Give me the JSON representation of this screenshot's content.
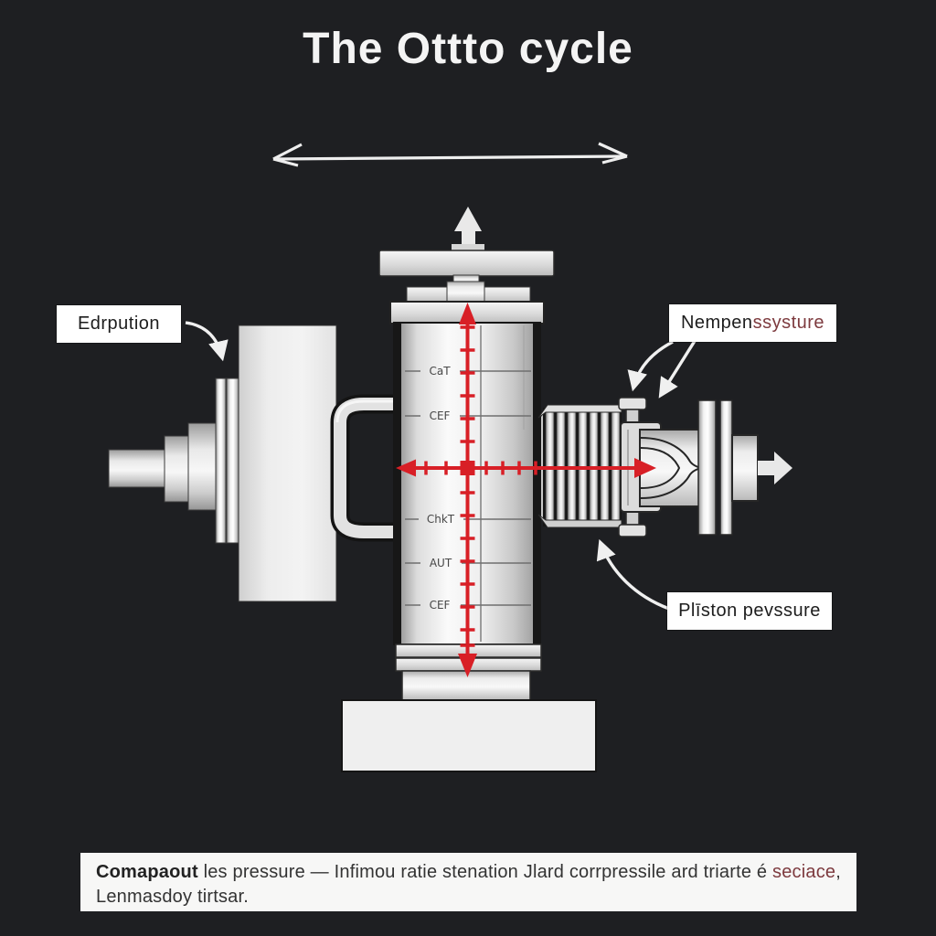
{
  "title": "The Ottto cycle",
  "callouts": {
    "left": {
      "text": "Edrpution"
    },
    "top_right": {
      "text_primary": "Nempen ",
      "text_accent": "ssysture"
    },
    "bottom_right": {
      "text": "Plīston pevssure"
    }
  },
  "cylinder_scale_markings": [
    "CaT",
    "CEF",
    "ChkT",
    "AUT",
    "CEF"
  ],
  "caption": {
    "lead_bold": "Comapaout",
    "body": " les pressure — Infimou ratie stenation Jlard corrpressile ard triarte é ",
    "accent": "seciace",
    "tail": ",",
    "line2": "Lenmasdoy tirtsar."
  },
  "icons": {
    "span_arrow": "double-headed-dimension-arrow",
    "exhaust_arrow": "arrow-up",
    "output_arrow": "arrow-right",
    "crosshair": "red-ruler-crosshair",
    "callout_arrows": "curved-pointer-arrows"
  },
  "colors": {
    "background": "#1e1f22",
    "metal_light": "#ececec",
    "metal_dark": "#9a9a9a",
    "outline": "#262626",
    "crosshair_red": "#d81f26",
    "label_accent_red": "#7d3a3e",
    "label_bg": "#ffffff",
    "caption_bg": "#f7f7f6"
  }
}
